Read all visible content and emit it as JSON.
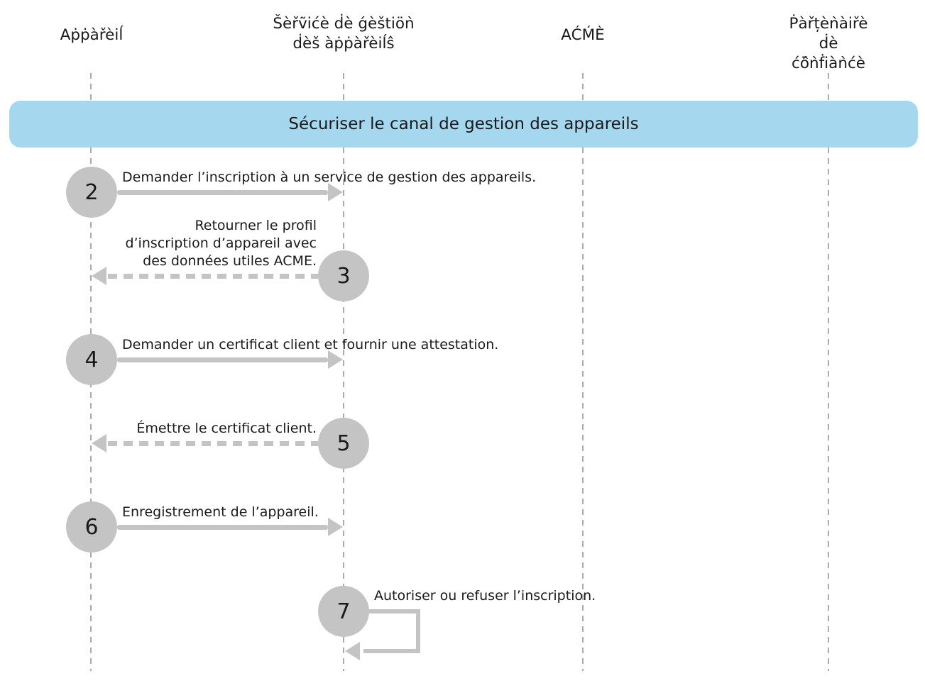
{
  "colors": {
    "banner_bg": "#A5D8EE",
    "shape_gray": "#C4C4C4",
    "lifeline_gray": "#ABABAB",
    "text": "#1A1A1A"
  },
  "actors": [
    {
      "id": "appareil",
      "label": "Aṗṗàřèiĺ"
    },
    {
      "id": "service",
      "label": "Šèřṽićè ḋè ǵèštiöǹ\nḋèš àṗṗàřèiĺŝ"
    },
    {
      "id": "acme",
      "label": "AĆḾÈ"
    },
    {
      "id": "partenaire",
      "label": "Ṗàřțèǹàiřè ḋè\nćö̂ǹḟiàǹćè"
    }
  ],
  "banner": {
    "label": "Sécuriser le canal de gestion des appareils"
  },
  "steps": [
    {
      "number": "2",
      "label": "Demander l’inscription à un service de gestion des appareils.",
      "from": "appareil",
      "to": "service",
      "line": "solid"
    },
    {
      "number": "3",
      "label": "Retourner le profil\nd’inscription d’appareil avec\ndes données utiles ACME.",
      "from": "service",
      "to": "appareil",
      "line": "dashed"
    },
    {
      "number": "4",
      "label": "Demander un certificat client et fournir une attestation.",
      "from": "appareil",
      "to": "service",
      "line": "solid"
    },
    {
      "number": "5",
      "label": "Émettre le certificat client.",
      "from": "service",
      "to": "appareil",
      "line": "dashed"
    },
    {
      "number": "6",
      "label": "Enregistrement de l’appareil.",
      "from": "appareil",
      "to": "service",
      "line": "solid"
    },
    {
      "number": "7",
      "label": "Autoriser ou refuser l’inscription.",
      "from": "service",
      "to": "service",
      "line": "self-loop"
    }
  ]
}
